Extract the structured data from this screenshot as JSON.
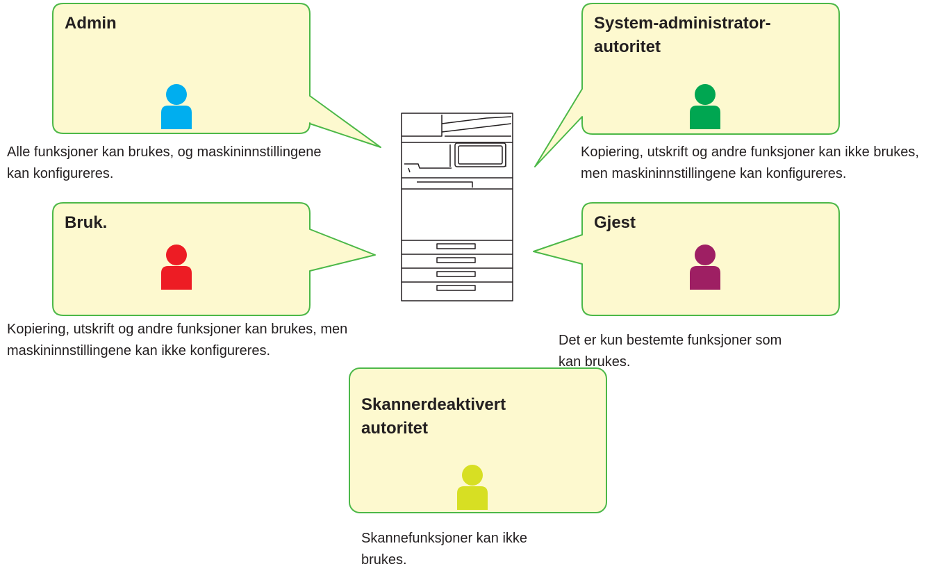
{
  "colors": {
    "card_fill": "#fdf9cf",
    "card_border": "#4cb848",
    "text": "#231f20"
  },
  "roles": [
    {
      "id": "admin",
      "title": "Admin",
      "description": "Alle funksjoner kan brukes, og maskininnstillingene kan konfigureres.",
      "icon": "person-icon",
      "icon_color": "#00aeef"
    },
    {
      "id": "system-administrator",
      "title": "System-administrator-autoritet",
      "description": "Kopiering, utskrift og andre funksjoner kan ikke brukes, men maskininnstillingene kan konfigureres.",
      "icon": "person-icon",
      "icon_color": "#00a651"
    },
    {
      "id": "user",
      "title": "Bruk.",
      "description": "Kopiering, utskrift og andre funksjoner kan brukes, men maskininnstillingene kan ikke konfigureres.",
      "icon": "person-icon",
      "icon_color": "#ed1c24"
    },
    {
      "id": "guest",
      "title": "Gjest",
      "description": "Det er kun bestemte funksjoner som kan brukes.",
      "icon": "person-icon",
      "icon_color": "#9e1f63"
    },
    {
      "id": "scanner-disabled",
      "title": "Skannerdeaktivert autoritet",
      "description": "Skannefunksjoner kan ikke brukes.",
      "icon": "person-icon",
      "icon_color": "#d7df23"
    }
  ],
  "device": {
    "icon": "multifunction-printer-icon"
  }
}
